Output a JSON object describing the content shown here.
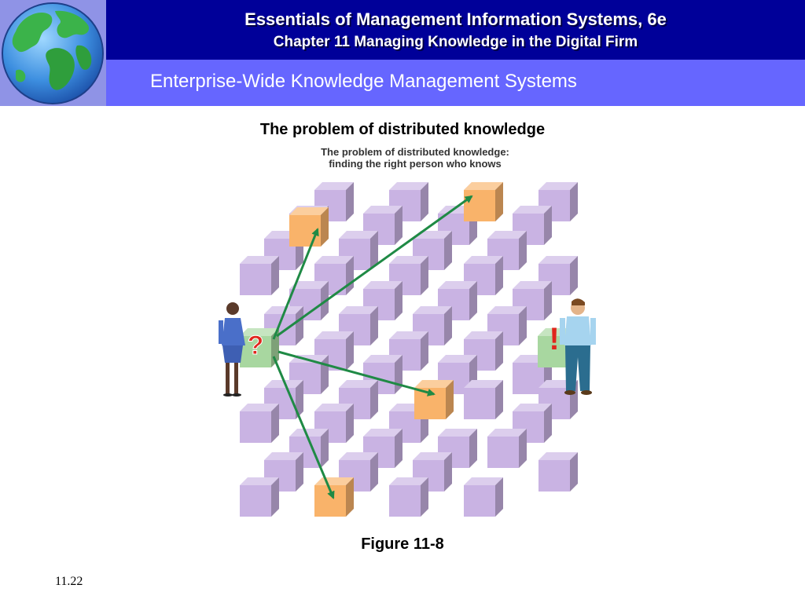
{
  "header": {
    "book_title": "Essentials of Management Information Systems, 6e",
    "chapter_title": "Chapter 11 Managing Knowledge in the Digital Firm",
    "section_title": "Enterprise-Wide Knowledge Management Systems"
  },
  "slide": {
    "problem_title": "The problem of distributed knowledge",
    "figure_caption": "Figure 11-8",
    "slide_number": "11.22"
  },
  "figure": {
    "title_line1": "The problem of distributed knowledge:",
    "title_line2": "finding the right person who knows",
    "question_glyph": "?",
    "answer_glyph": "!"
  },
  "colors": {
    "header_dark": "#000099",
    "header_light": "#6666ff",
    "globe_bg": "#8f93e6",
    "cube_purple": "#c9b3e3",
    "cube_orange": "#f9b36a",
    "cube_green": "#a8d7a0",
    "arrow_green": "#1f8a45",
    "question_red": "#e0261c"
  }
}
